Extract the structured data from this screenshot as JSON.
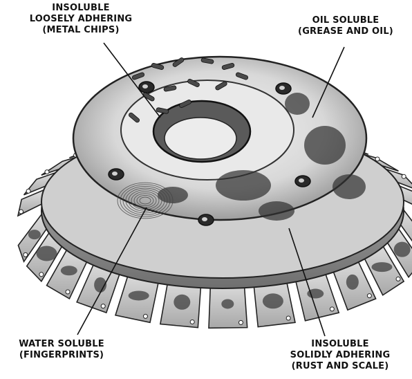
{
  "labels": {
    "insoluble_loose": {
      "lines": [
        "INSOLUBLE",
        "LOOSELY ADHERING",
        "(METAL CHIPS)"
      ]
    },
    "oil_soluble": {
      "lines": [
        "OIL SOLUBLE",
        "(GREASE AND OIL)"
      ]
    },
    "water_soluble": {
      "lines": [
        "WATER SOLUBLE",
        "(FINGERPRINTS)"
      ]
    },
    "insoluble_solid": {
      "lines": [
        "INSOLUBLE",
        "SOLIDLY ADHERING",
        "(RUST AND SCALE)"
      ]
    }
  },
  "colors": {
    "ink": "#111111",
    "paper": "#ffffff",
    "metal_light": "#e8e8e8",
    "metal_mid": "#9a9a9a",
    "metal_dark": "#3a3a3a"
  }
}
